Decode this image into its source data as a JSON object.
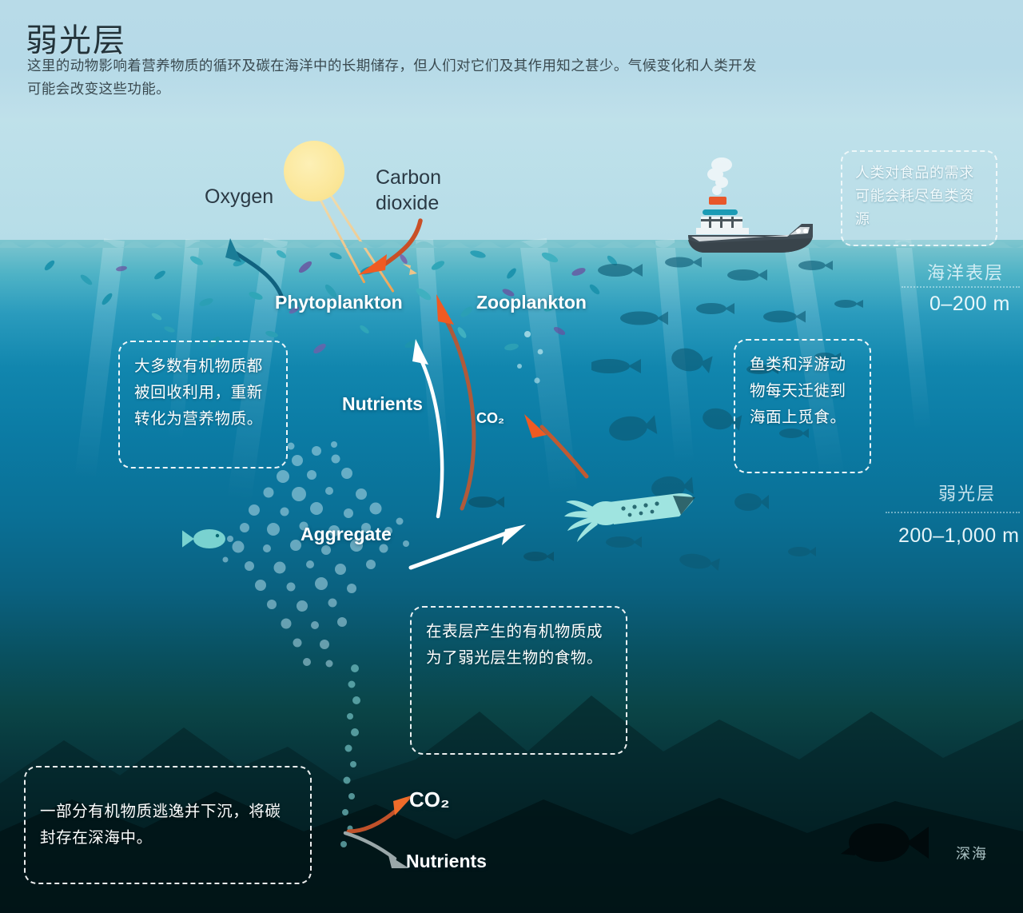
{
  "header": {
    "title": "弱光层",
    "subtitle": "这里的动物影响着营养物质的循环及碳在海洋中的长期储存，但人们对它们及其作用知之甚少。气候变化和人类开发可能会改变这些功能。"
  },
  "labels": {
    "oxygen": "Oxygen",
    "carbon_dioxide": "Carbon\ndioxide",
    "carbon_dioxide_line1": "Carbon",
    "carbon_dioxide_line2": "dioxide",
    "phytoplankton": "Phytoplankton",
    "zooplankton": "Zooplankton",
    "nutrients_mid": "Nutrients",
    "co2_mid": "CO₂",
    "aggregate": "Aggregate",
    "co2_bottom": "CO₂",
    "nutrients_bottom": "Nutrients"
  },
  "callouts": {
    "fishing": "人类对食品的需求可能会耗尽鱼类资源",
    "recycle": "大多数有机物质都被回收利用，重新转化为营养物质。",
    "migrate": "鱼类和浮游动物每天迁徙到海面上觅食。",
    "food": "在表层产生的有机物质成为了弱光层生物的食物。",
    "carbon": "一部分有机物质逃逸并下沉，将碳封存在深海中。"
  },
  "zones": [
    {
      "name": "海洋表层",
      "depth": "0–200 m"
    },
    {
      "name": "弱光层",
      "depth": "200–1,000 m"
    },
    {
      "name": "深海",
      "depth": ""
    }
  ],
  "zone_deep_name": "深海",
  "colors": {
    "sky": "#bfe1ea",
    "header_bg": "#b8dbe8",
    "surface_water": "#4fb3c6",
    "mid_water": "#0a7096",
    "deep_water": "#04252a",
    "orange_arrow": "#ef6c2a",
    "teal_arrow": "#10627f",
    "white_arrow": "#ffffff",
    "gray_arrow": "#9aa7a9",
    "sun": "#fbe79a",
    "ship_hull": "#3f4b52",
    "ship_funnel": "#e8572a",
    "squid": "#9fe4e0",
    "callout_border": "#ffffff"
  }
}
